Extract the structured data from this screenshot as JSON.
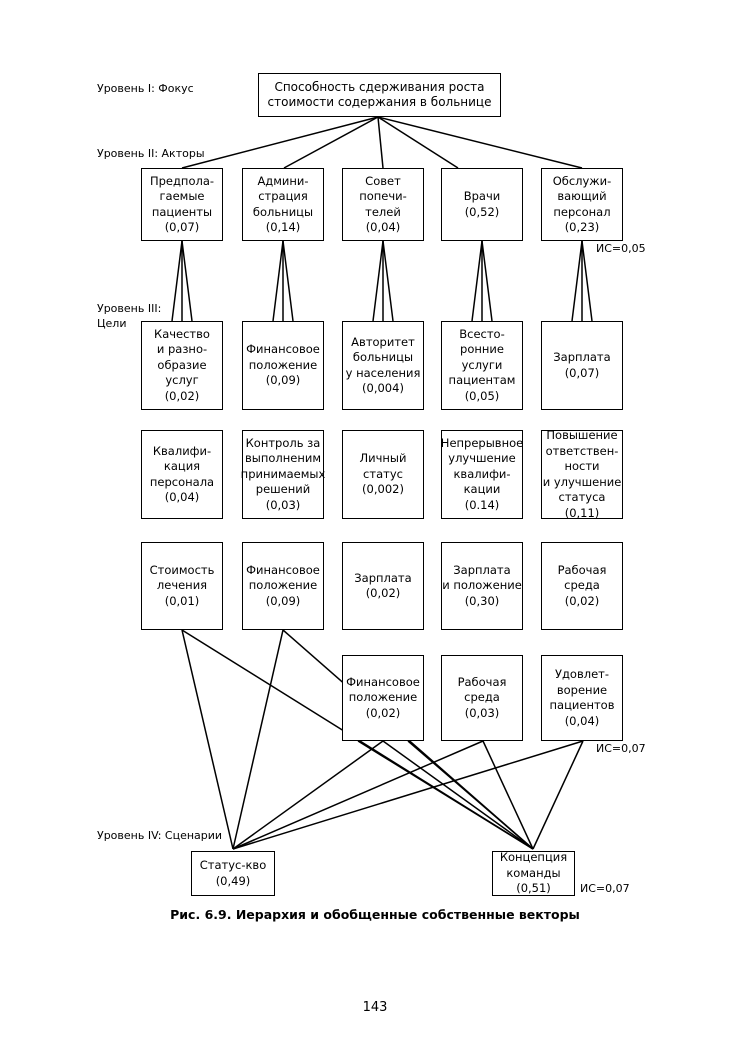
{
  "levels": {
    "focus": "Уровень I: Фокус",
    "actors": "Уровень II: Акторы",
    "goals": "Уровень III:\nЦели",
    "scenarios": "Уровень IV: Сценарии"
  },
  "focus": "Способность сдерживания роста\nстоимости содержания в больнице",
  "actors": [
    "Предпола-\nгаемые\nпациенты\n(0,07)",
    "Админи-\nстрация\nбольницы\n(0,14)",
    "Совет\nпопечи-\nтелей\n(0,04)",
    "Врачи\n(0,52)",
    "Обслужи-\nвающий\nперсонал\n(0,23)"
  ],
  "goals_row1": [
    "Качество\nи разно-\nобразие\nуслуг\n(0,02)",
    "Финансовое\nположение\n(0,09)",
    "Авторитет\nбольницы\nу населения\n(0,004)",
    "Всесто-\nронние\nуслуги\nпациентам\n(0,05)",
    "Зарплата\n(0,07)"
  ],
  "goals_row2": [
    "Квалифи-\nкация\nперсонала\n(0,04)",
    "Контроль за\nвыполненим\nпринимаемых\nрешений\n(0,03)",
    "Личный\nстатус\n(0,002)",
    "Непрерывное\nулучшение\nквалифи-\nкации\n(0.14)",
    "Повышение\nответствен-\nности\nи улучшение\nстатуса (0,11)"
  ],
  "goals_row3": [
    "Стоимость\nлечения\n(0,01)",
    "Финансовое\nположение\n(0,09)",
    "Зарплата\n(0,02)",
    "Зарплата\nи положение\n(0,30)",
    "Рабочая\nсреда\n(0,02)"
  ],
  "goals_row4": [
    "Финансовое\nположение\n(0,02)",
    "Рабочая\nсреда\n(0,03)",
    "Удовлет-\nворение\nпациентов\n(0,04)"
  ],
  "scenarios": [
    "Статус-кво\n(0,49)",
    "Концепция\nкоманды\n(0,51)"
  ],
  "consistency": {
    "actors": "ИС=0,05",
    "goals": "ИС=0,07",
    "scenarios": "ИС=0,07"
  },
  "caption": "Рис. 6.9. Иерархия и обобщенные собственные векторы",
  "page_number": "143"
}
